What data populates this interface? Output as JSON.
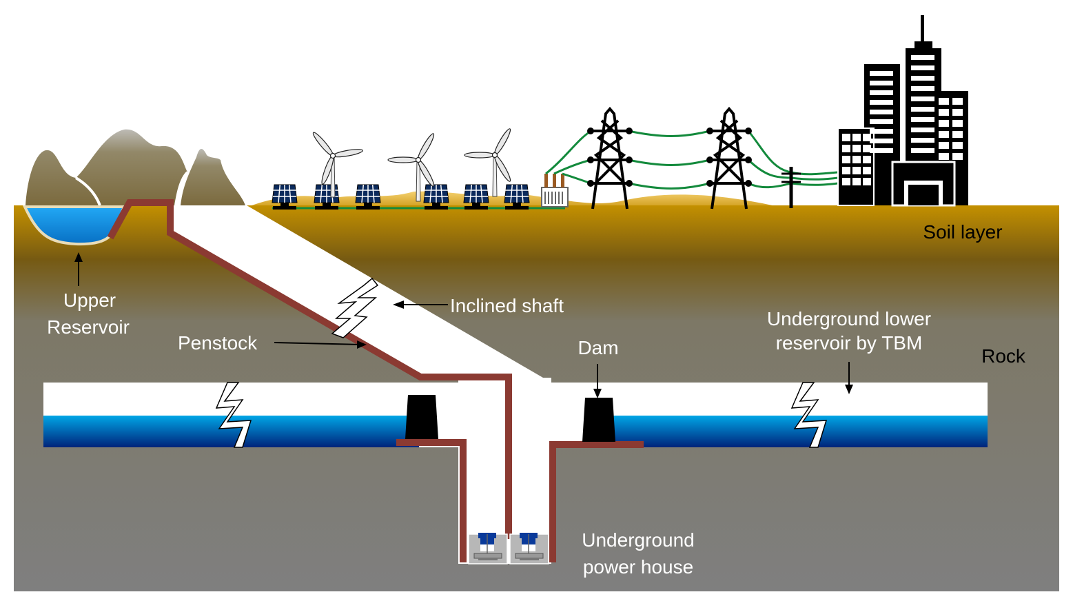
{
  "labels": {
    "upper_reservoir_1": "Upper",
    "upper_reservoir_2": "Reservoir",
    "penstock": "Penstock",
    "inclined_shaft": "Inclined shaft",
    "dam": "Dam",
    "lower_reservoir_1": "Underground lower",
    "lower_reservoir_2": "reservoir by TBM",
    "rock": "Rock",
    "soil_layer": "Soil layer",
    "power_house_1": "Underground",
    "power_house_2": "power house"
  },
  "colors": {
    "soil": "#c08e00",
    "rock": "#7f7f7f",
    "penstock": "#8b3a32",
    "water_top": "#00a6e6",
    "water_bottom": "#00237a",
    "power_line": "#138a3c",
    "solar_panel": "#0b2a5c"
  },
  "icons": [
    "mountain",
    "wind-turbine",
    "solar-panel",
    "transformer",
    "transmission-tower",
    "utility-pole",
    "city-buildings",
    "turbine-generator",
    "crack"
  ]
}
